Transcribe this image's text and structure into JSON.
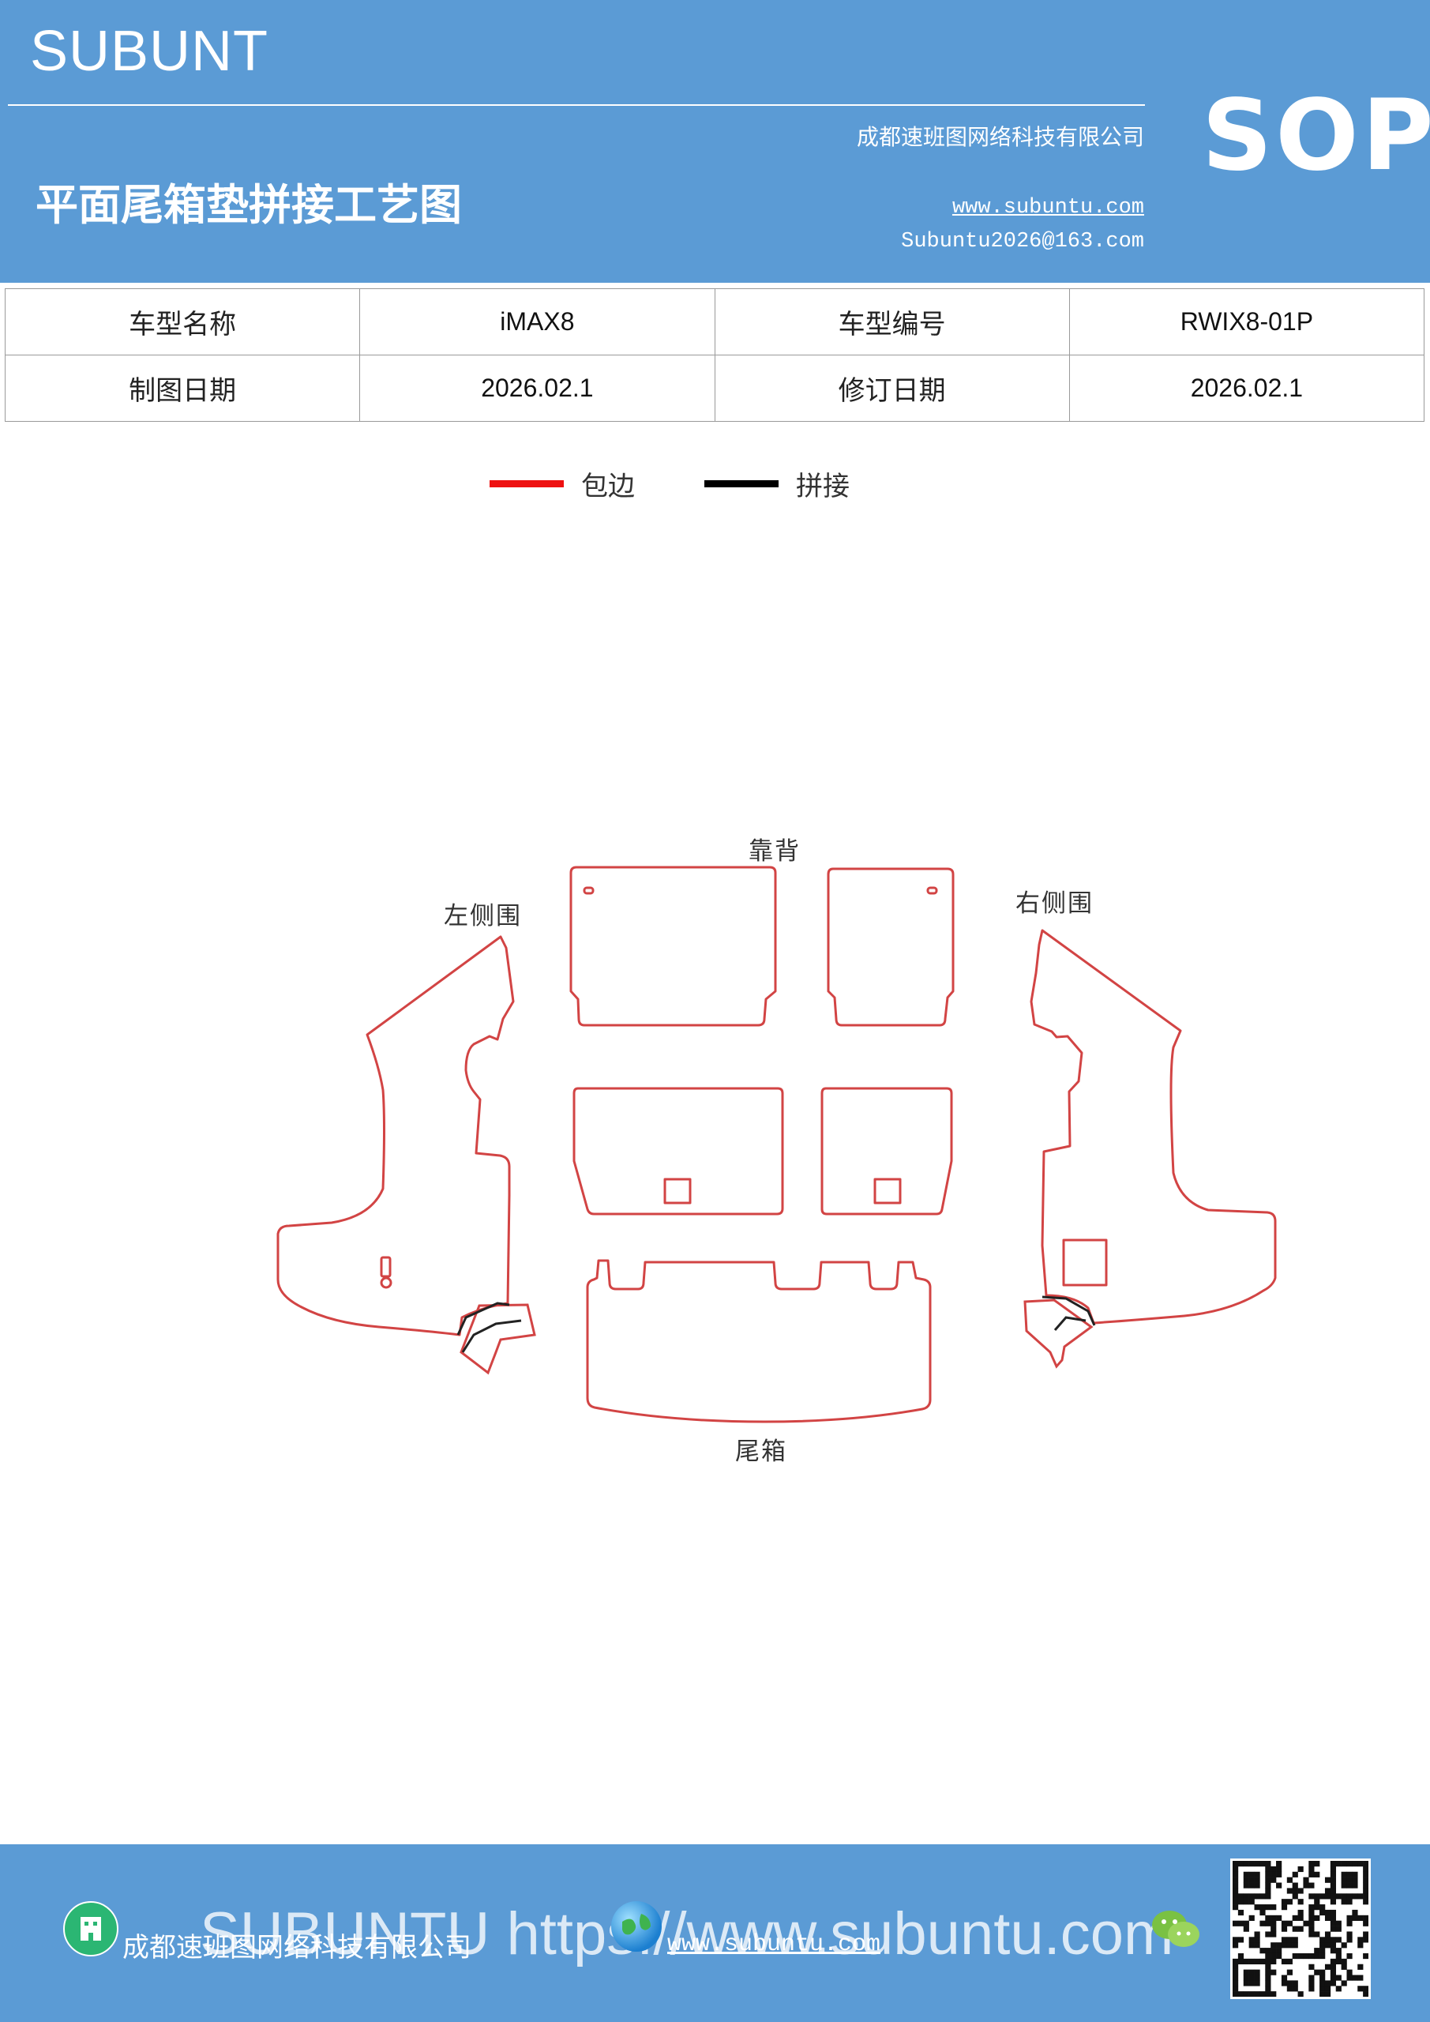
{
  "header": {
    "brand": "SUBUNT",
    "title": "平面尾箱垫拼接工艺图",
    "company": "成都速班图网络科技有限公司",
    "website": "www.subuntu.com",
    "email": "Subuntu2026@163.com",
    "badge": "SOP"
  },
  "info": [
    {
      "label": "车型名称",
      "value": "iMAX8",
      "label2": "车型编号",
      "value2": "RWIX8-01P"
    },
    {
      "label": "制图日期",
      "value": "2026.02.1",
      "label2": "修订日期",
      "value2": "2026.02.1"
    }
  ],
  "legend": [
    {
      "label": "包边",
      "color": "#ee1111"
    },
    {
      "label": "拼接",
      "color": "#000000"
    }
  ],
  "pieces": {
    "backrest": "靠背",
    "left_side": "左侧围",
    "right_side": "右侧围",
    "trunk": "尾箱"
  },
  "colors": {
    "brand_blue": "#5b9bd5",
    "outline": "#d24444",
    "seam": "#222222"
  },
  "footer": {
    "watermark": "SUBUNTU https://www.subuntu.com",
    "company": "成都速班图网络科技有限公司",
    "website": "www.subuntu.com",
    "icons": [
      "building-icon",
      "globe-icon",
      "wechat-icon",
      "qr-code"
    ]
  }
}
